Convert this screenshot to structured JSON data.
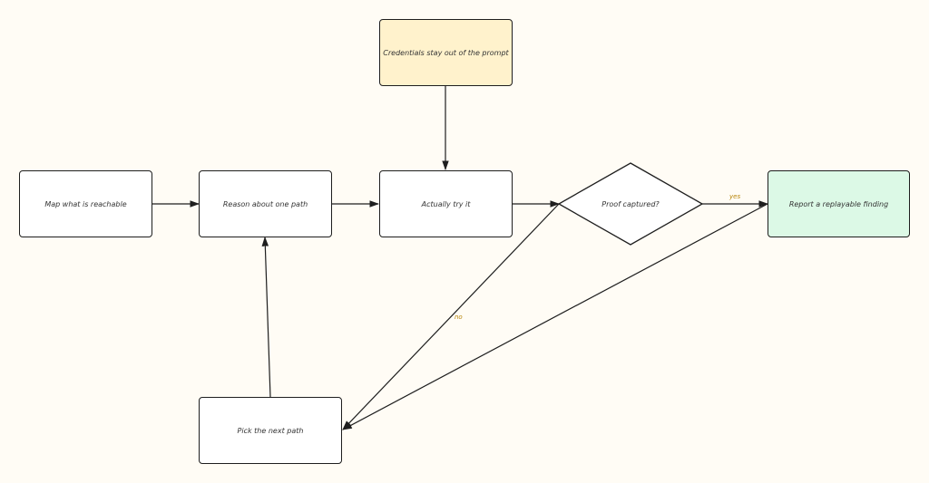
{
  "nodes": {
    "credentials": "Credentials stay out of the prompt",
    "map": "Map what is reachable",
    "reason": "Reason about one path",
    "try": "Actually try it",
    "proof": "Proof captured?",
    "report": "Report a replayable finding",
    "pick": "Pick the next path"
  },
  "edge_labels": {
    "yes": "yes",
    "no": "no"
  },
  "colors": {
    "background": "#fffcf5",
    "note_fill": "#fff2cc",
    "result_fill": "#dcf9e6",
    "stroke": "#1e1e1e",
    "edge_label": "#b8860b"
  }
}
